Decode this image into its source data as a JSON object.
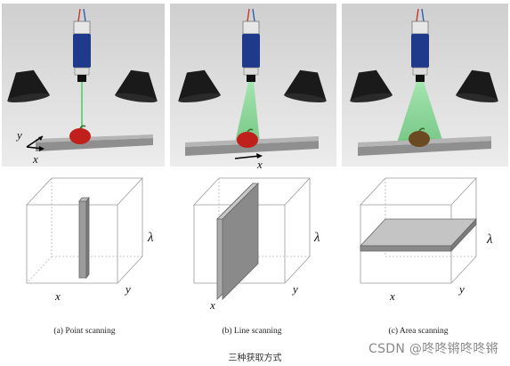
{
  "panels": [
    {
      "caption": "(a) Point scanning",
      "x_label": "x",
      "y_label": "y",
      "lambda_label": "λ"
    },
    {
      "caption": "(b) Line scanning",
      "x_label": "x",
      "y_label": "y",
      "lambda_label": "λ"
    },
    {
      "caption": "(c) Area scanning",
      "x_label": "x",
      "y_label": "y",
      "lambda_label": "λ"
    }
  ],
  "photo_axes": {
    "x_label": "x",
    "y_label": "y"
  },
  "line_motion_label": "x",
  "figure_caption": "三种获取方式",
  "watermark": "CSDN @咚咚锵咚咚锵",
  "colors": {
    "scene_bg": "#d9d9d9",
    "camera_body": "#1f3a8a",
    "beam": "#7bd88f",
    "slab": "#8f8f8f",
    "apple": "#c0201c"
  }
}
